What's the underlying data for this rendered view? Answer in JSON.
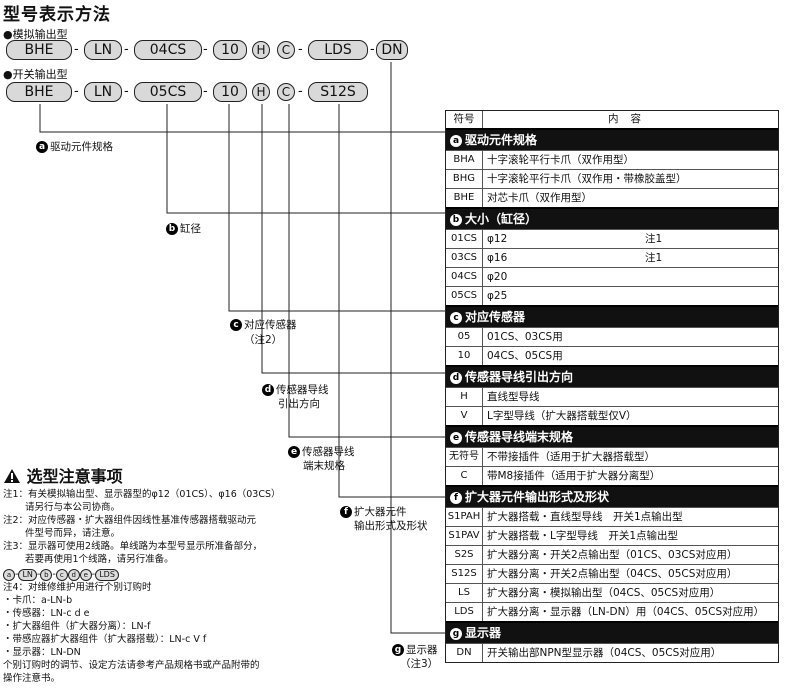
{
  "title": "型号表示方法",
  "analog_label": "●模拟输出型",
  "switch_label": "●开关输出型",
  "code_analog": [
    "BHE",
    "LN",
    "04CS",
    "10",
    "H",
    "C",
    "LDS",
    "DN"
  ],
  "code_switch": [
    "BHE",
    "LN",
    "05CS",
    "10",
    "H",
    "C",
    "S12S"
  ],
  "callouts": {
    "a": {
      "letter": "a",
      "text": "驱动元件规格"
    },
    "b": {
      "letter": "b",
      "text": "缸径"
    },
    "c": {
      "letter": "c",
      "text": "对应传感器",
      "note": "（注2）"
    },
    "d": {
      "letter": "d",
      "text1": "传感器导线",
      "text2": "引出方向"
    },
    "e": {
      "letter": "e",
      "text1": "传感器导线",
      "text2": "端末规格"
    },
    "f": {
      "letter": "f",
      "text1": "扩大器元件",
      "text2": "输出形式及形状"
    },
    "g": {
      "letter": "g",
      "text1": "显示器",
      "text2": "（注3）"
    }
  },
  "table": {
    "header": {
      "symbol": "符号",
      "content": "内容"
    },
    "sections": [
      {
        "letter": "a",
        "title": "驱动元件规格",
        "rows": [
          [
            "BHA",
            "十字滚轮平行卡爪（双作用型）"
          ],
          [
            "BHG",
            "十字滚轮平行卡爪（双作用・带橡胶盖型）"
          ],
          [
            "BHE",
            "对芯卡爪（双作用型）"
          ]
        ]
      },
      {
        "letter": "b",
        "title": "大小（缸径）",
        "rows": [
          [
            "01CS",
            "φ12",
            "注1"
          ],
          [
            "03CS",
            "φ16",
            "注1"
          ],
          [
            "04CS",
            "φ20",
            ""
          ],
          [
            "05CS",
            "φ25",
            ""
          ]
        ]
      },
      {
        "letter": "c",
        "title": "对应传感器",
        "rows": [
          [
            "05",
            "01CS、03CS用"
          ],
          [
            "10",
            "04CS、05CS用"
          ]
        ]
      },
      {
        "letter": "d",
        "title": "传感器导线引出方向",
        "rows": [
          [
            "H",
            "直线型导线"
          ],
          [
            "V",
            "L字型导线（扩大器搭载型仅V）"
          ]
        ]
      },
      {
        "letter": "e",
        "title": "传感器导线端末规格",
        "rows": [
          [
            "无符号",
            "不带接插件（适用于扩大器搭载型）"
          ],
          [
            "C",
            "带M8接插件（适用于扩大器分离型）"
          ]
        ]
      },
      {
        "letter": "f",
        "title": "扩大器元件输出形式及形状",
        "rows": [
          [
            "S1PAH",
            "扩大器搭载・直线型导线　开关1点输出型"
          ],
          [
            "S1PAV",
            "扩大器搭载・L字型导线　开关1点输出型"
          ],
          [
            "S2S",
            "扩大器分离・开关2点输出型（01CS、03CS对应用）"
          ],
          [
            "S12S",
            "扩大器分离・开关2点输出型（04CS、05CS对应用）"
          ],
          [
            "LS",
            "扩大器分离・模拟输出型（04CS、05CS对应用）"
          ],
          [
            "LDS",
            "扩大器分离・显示器（LN-DN）用（04CS、05CS对应用）"
          ]
        ]
      },
      {
        "letter": "g",
        "title": "显示器",
        "rows": [
          [
            "DN",
            "开关输出部NPN型显示器（04CS、05CS对应用）"
          ]
        ]
      }
    ]
  },
  "warning_title": "选型注意事项",
  "notes": [
    "注1：有关模拟输出型、显示器型的φ12（01CS）、φ16（03CS）",
    "　　 请另行与本公司协商。",
    "注2：对应传感器・扩大器组件因线性基准传感器搭载驱动元",
    "　　 件型号而异，请注意。",
    "注3：显示器可使用2线路。单线路为本型号显示所准备部分，",
    "　　 若要再使用1个线路，请另行准备。"
  ],
  "note4_line0": {
    "a": "a",
    "ln": "LN",
    "b": "b",
    "c": "c",
    "d": "d",
    "e": "e",
    "lds": "LDS"
  },
  "note4": "注4：对维修维护用进行个别订购时",
  "note4_items": [
    {
      "label": "・卡爪：",
      "parts": "a-LN-b"
    },
    {
      "label": "・传感器：",
      "parts": "LN-c d e"
    },
    {
      "label": "・扩大器组件（扩大器分离）：",
      "parts": "LN-f"
    },
    {
      "label": "・带感应器扩大器组件（扩大器搭载）：",
      "parts": "LN-c V f"
    },
    {
      "label": "・显示器：",
      "parts": "LN-DN"
    }
  ],
  "note_footer1": "个别订购时的调节、设定方法请参考产品规格书或产品附带的",
  "note_footer2": "操作注意书。"
}
